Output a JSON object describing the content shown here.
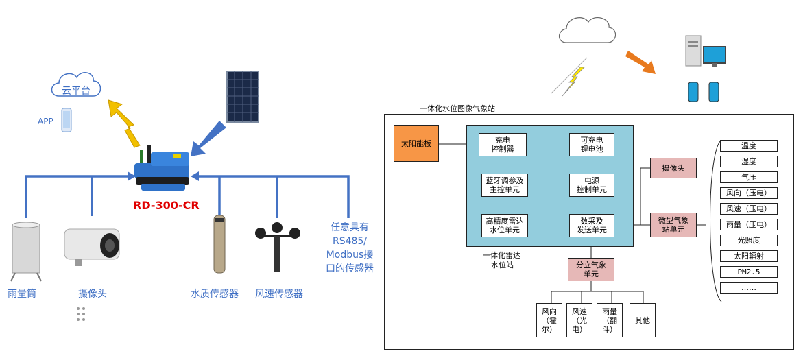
{
  "left": {
    "cloud_label": "云平台",
    "app_label": "APP",
    "device_label": "RD-300-CR",
    "sensors": [
      {
        "label": "雨量筒"
      },
      {
        "label": "摄像头"
      },
      {
        "label": "水质传感器"
      },
      {
        "label": "风速传感器"
      }
    ],
    "rs485_label": "任意具有 RS485/ Modbus接 口的传感器",
    "rs485_lines": [
      "任意具有",
      "RS485/",
      "Modbus接",
      "口的传感器"
    ],
    "accent_color": "#4472c4",
    "device_label_color": "#e00000"
  },
  "right": {
    "station_title": "一体化水位图像气象站",
    "solar_panel": "太阳能板",
    "charge_controller": [
      "充电",
      "控制器"
    ],
    "battery": [
      "可充电",
      "锂电池"
    ],
    "bluetooth": [
      "蓝牙调参及",
      "主控单元"
    ],
    "power": [
      "电源",
      "控制单元"
    ],
    "radar": [
      "高精度雷达",
      "水位单元"
    ],
    "data_tx": [
      "数采及",
      "发送单元"
    ],
    "radar_station_label": [
      "一体化雷达",
      "水位站"
    ],
    "camera": "摄像头",
    "micro_weather": [
      "微型气象",
      "站单元"
    ],
    "split_weather": [
      "分立气象",
      "单元"
    ],
    "split_items": [
      [
        "风向",
        "（霍",
        "尔）"
      ],
      [
        "风速",
        "（光",
        "电）"
      ],
      [
        "雨量",
        "（翻",
        "斗）"
      ],
      [
        "其他"
      ]
    ],
    "micro_items": [
      "温度",
      "湿度",
      "气压",
      "风向（压电）",
      "风速（压电）",
      "雨量（压电）",
      "光照度",
      "太阳辐射",
      "PM2.5",
      "……"
    ],
    "core_color": "#93cddd",
    "solar_color": "#f79646",
    "pink_color": "#e6b8b7"
  }
}
